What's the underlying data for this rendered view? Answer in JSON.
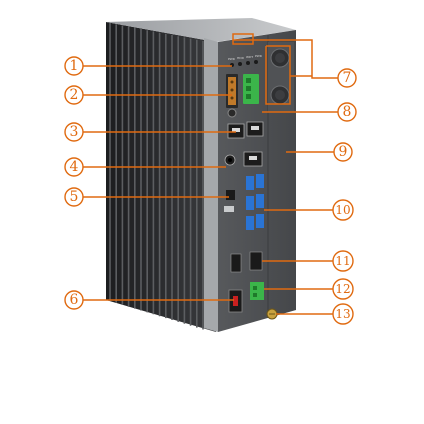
{
  "diagram": {
    "colors": {
      "callout": "#e06a10",
      "chassis": "#4b4d50",
      "heatsink": "#2b2c2e",
      "terminal": "#3bb54a"
    },
    "callouts": [
      "1",
      "2",
      "3",
      "4",
      "5",
      "6",
      "7",
      "8",
      "9",
      "10",
      "11",
      "12",
      "13"
    ],
    "device_labels": [
      "PWR",
      "HDD",
      "WDT",
      "PWR"
    ]
  }
}
